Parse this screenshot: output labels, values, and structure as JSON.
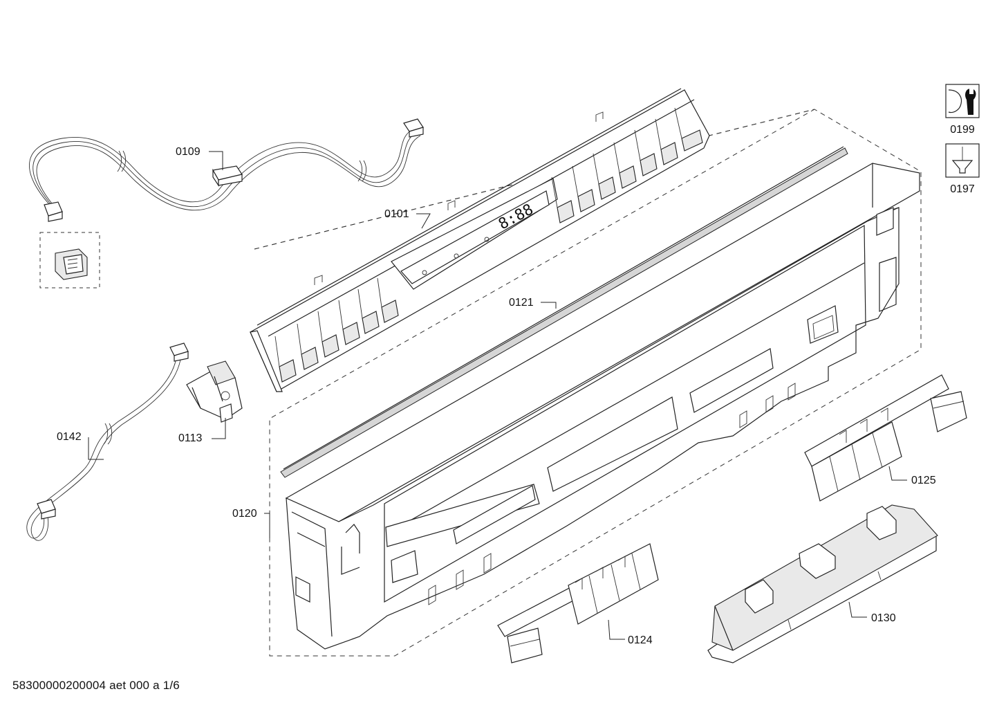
{
  "parts": {
    "p0109": "0109",
    "p0101": "0101",
    "p0121": "0121",
    "p0142": "0142",
    "p0113": "0113",
    "p0120": "0120",
    "p0125": "0125",
    "p0124": "0124",
    "p0130": "0130",
    "p0199": "0199",
    "p0197": "0197"
  },
  "display_digits": "8:88",
  "footer": "58300000200004 aet 000 a 1/6",
  "icons": {
    "tool_wrench": "wrench-icon",
    "tool_screwdriver": "screwdriver-icon"
  }
}
